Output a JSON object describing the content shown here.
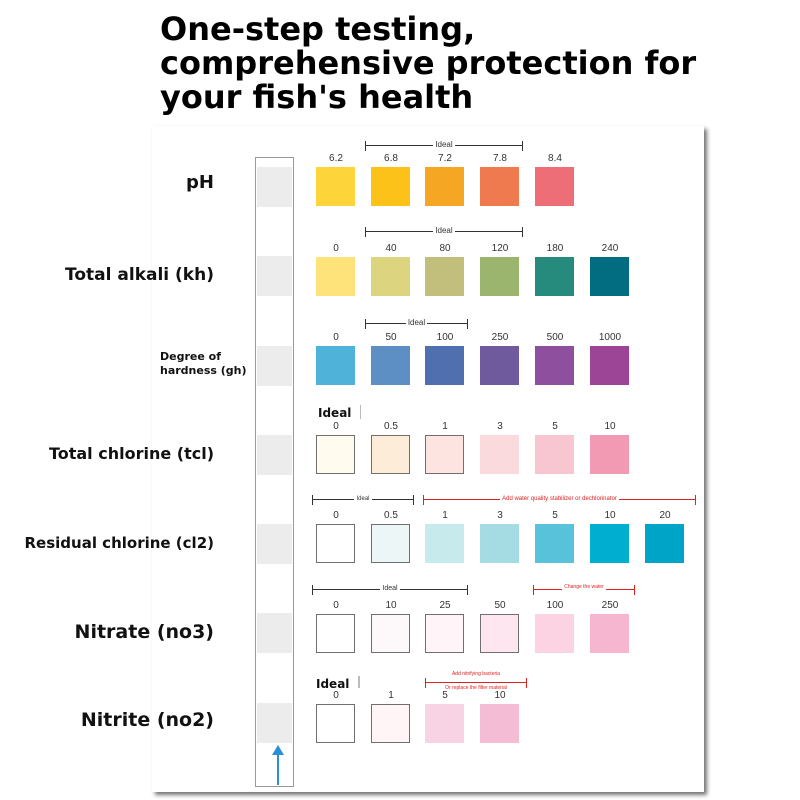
{
  "headline": [
    "One-step testing,",
    "comprehensive protection for",
    "your fish's health"
  ],
  "rows": [
    {
      "label": "pH",
      "values": [
        "6.2",
        "6.8",
        "7.2",
        "7.8",
        "8.4"
      ],
      "colors": [
        "#fdd53a",
        "#fcc21a",
        "#f5a623",
        "#f07a4f",
        "#ee6e78"
      ]
    },
    {
      "label": "Total alkali (kh)",
      "values": [
        "0",
        "40",
        "80",
        "120",
        "180",
        "240"
      ],
      "colors": [
        "#fde37a",
        "#dcd47e",
        "#c2bf7c",
        "#9bb56e",
        "#268a7c",
        "#026c80"
      ]
    },
    {
      "label_lines": [
        "Degree of",
        "hardness (gh)"
      ],
      "values": [
        "0",
        "50",
        "100",
        "250",
        "500",
        "1000"
      ],
      "colors": [
        "#4fb2d9",
        "#5e8fc4",
        "#4f6fae",
        "#6f5a9e",
        "#8e4f9e",
        "#9c4496"
      ]
    },
    {
      "label": "Total chlorine (tcl)",
      "values": [
        "0",
        "0.5",
        "1",
        "3",
        "5",
        "10"
      ],
      "colors": [
        "#fffbee",
        "#fdecd8",
        "#fde4e0",
        "#fbdade",
        "#f8c6d0",
        "#f29ab4"
      ]
    },
    {
      "label": "Residual chlorine (cl2)",
      "values": [
        "0",
        "0.5",
        "1",
        "3",
        "5",
        "10",
        "20"
      ],
      "colors": [
        "#ffffff",
        "#ecf6f6",
        "#c7eaec",
        "#a5dbe2",
        "#58c2da",
        "#00aed0",
        "#00a4c6"
      ]
    },
    {
      "label": "Nitrate (no3)",
      "values": [
        "0",
        "10",
        "25",
        "50",
        "100",
        "250"
      ],
      "colors": [
        "#ffffff",
        "#fdf9fb",
        "#fff4f8",
        "#fde6ef",
        "#fbd3e2",
        "#f6b6d0"
      ]
    },
    {
      "label": "Nitrite (no2)",
      "values": [
        "0",
        "1",
        "5",
        "10"
      ],
      "colors": [
        "#ffffff",
        "#fff5f7",
        "#f8d3e3",
        "#f5bcd5"
      ]
    }
  ],
  "brackets": {
    "ph_ideal": "Ideal",
    "kh_ideal": "Ideal",
    "gh_ideal": "Ideal",
    "cl2_ideal": "Ideal",
    "cl2_warning": "Add water quality stabilizer or dechlorinator",
    "no3_ideal": "Ideal",
    "no3_warning": "Change the water",
    "no2_warning_lines": [
      "Add nitrifying bacteria",
      "Or replace the filter material"
    ]
  },
  "ideal_labels": {
    "tcl": "Ideal",
    "no2": "Ideal"
  },
  "colors": {
    "warning_red": "#dd2222",
    "bracket_black": "#333333",
    "strip_arrow": "#2a8fd6"
  }
}
